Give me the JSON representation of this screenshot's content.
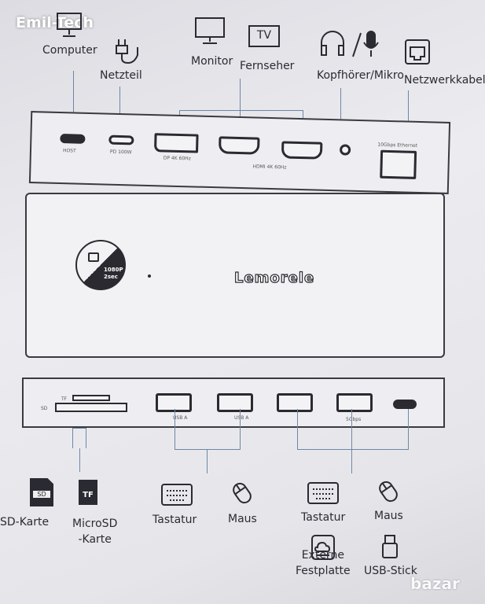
{
  "watermark": "Emil-Tech",
  "site_logo": "bazar",
  "top_labels": {
    "computer": "Computer",
    "netzteil": "Netzteil",
    "monitor": "Monitor",
    "fernseher": "Fernseher",
    "tv_icon": "TV",
    "kopfhoerer": "Kopfhörer/Mikro",
    "netzwerk": "Netzwerkkabel"
  },
  "top_ports": {
    "host": "HOST",
    "pd": "PD 100W",
    "dp": "DP 4K 60Hz",
    "hdmi": "HDMI 4K 60Hz",
    "ethernet": "10Gbps Ethernet"
  },
  "front": {
    "brand": "Lemorele",
    "badge_line1": "1080P",
    "badge_line2": "2sec"
  },
  "bottom_ports": {
    "tf": "TF",
    "sd": "SD",
    "usb_a1": "USB A",
    "usb_a2": "USB A",
    "speed": "5Gbps"
  },
  "bottom_labels": {
    "sd_card": "SD-Karte",
    "microsd_1": "MicroSD",
    "microsd_2": "-Karte",
    "tf_icon": "TF",
    "sd_icon": "SD",
    "tastatur1": "Tastatur",
    "maus1": "Maus",
    "tastatur2": "Tastatur",
    "maus2": "Maus",
    "festplatte_1": "Externe",
    "festplatte_2": "Festplatte",
    "usb_stick": "USB-Stick"
  }
}
